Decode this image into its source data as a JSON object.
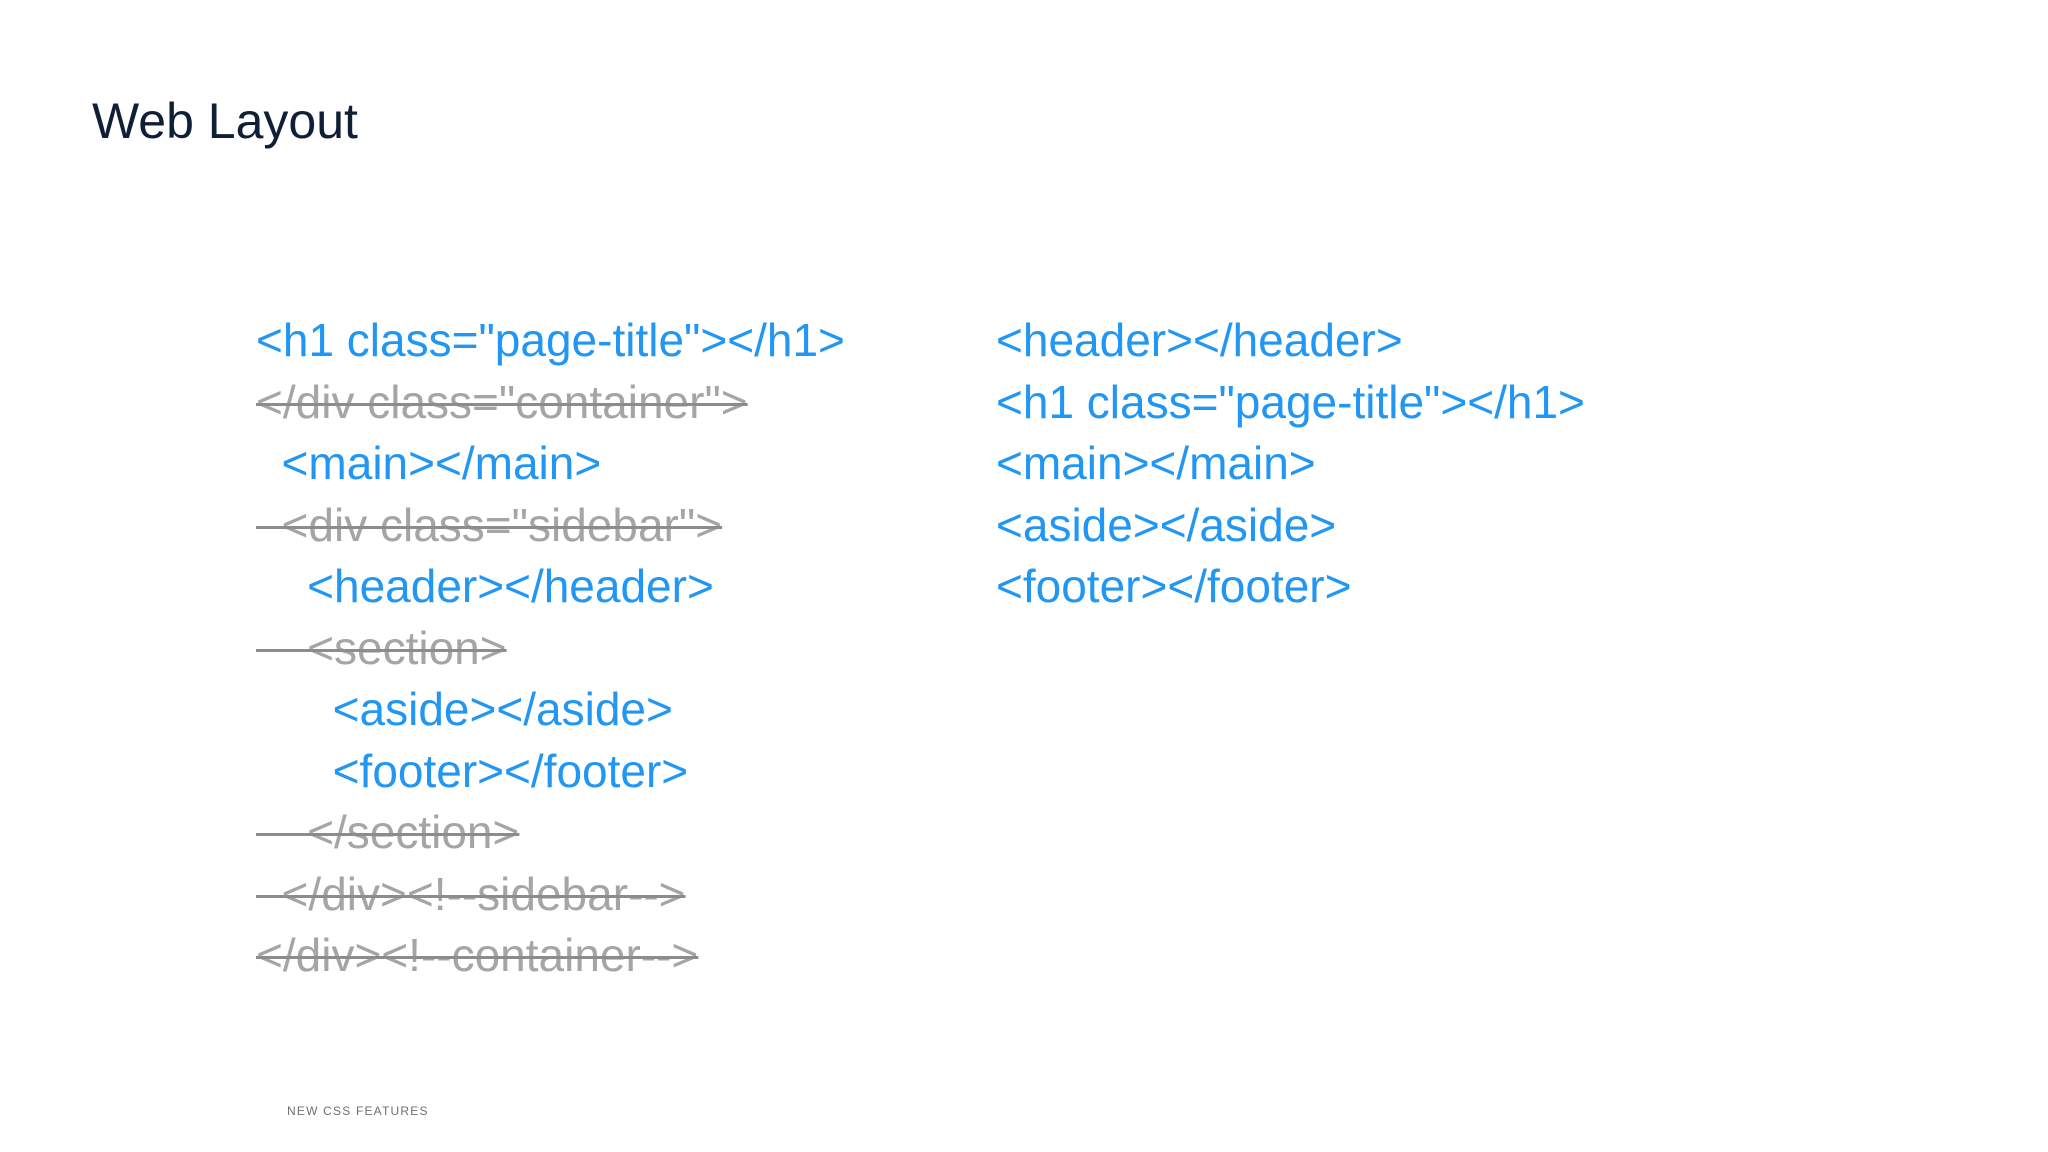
{
  "slide": {
    "title": "Web Layout",
    "footer_label": "NEW CSS FEATURES",
    "colors": {
      "title": "#0f1f35",
      "kept_code": "#2196f3",
      "removed_code": "#a5a5a5"
    }
  },
  "left_code": [
    {
      "text": "<h1 class=\"page-title\"></h1>",
      "status": "keep"
    },
    {
      "text": "</div class=\"container\">",
      "status": "removed"
    },
    {
      "text": "  <main></main>",
      "status": "keep"
    },
    {
      "text": "  <div class=\"sidebar\">",
      "status": "removed"
    },
    {
      "text": "    <header></header>",
      "status": "keep"
    },
    {
      "text": "    <section>",
      "status": "removed"
    },
    {
      "text": "      <aside></aside>",
      "status": "keep"
    },
    {
      "text": "      <footer></footer>",
      "status": "keep"
    },
    {
      "text": "    </section>",
      "status": "removed"
    },
    {
      "text": "  </div><!--sidebar-->",
      "status": "removed"
    },
    {
      "text": "</div><!--container-->",
      "status": "removed"
    }
  ],
  "right_code": [
    {
      "text": "<header></header>",
      "status": "keep"
    },
    {
      "text": "<h1 class=\"page-title\"></h1>",
      "status": "keep"
    },
    {
      "text": "<main></main>",
      "status": "keep"
    },
    {
      "text": "<aside></aside>",
      "status": "keep"
    },
    {
      "text": "<footer></footer>",
      "status": "keep"
    }
  ]
}
